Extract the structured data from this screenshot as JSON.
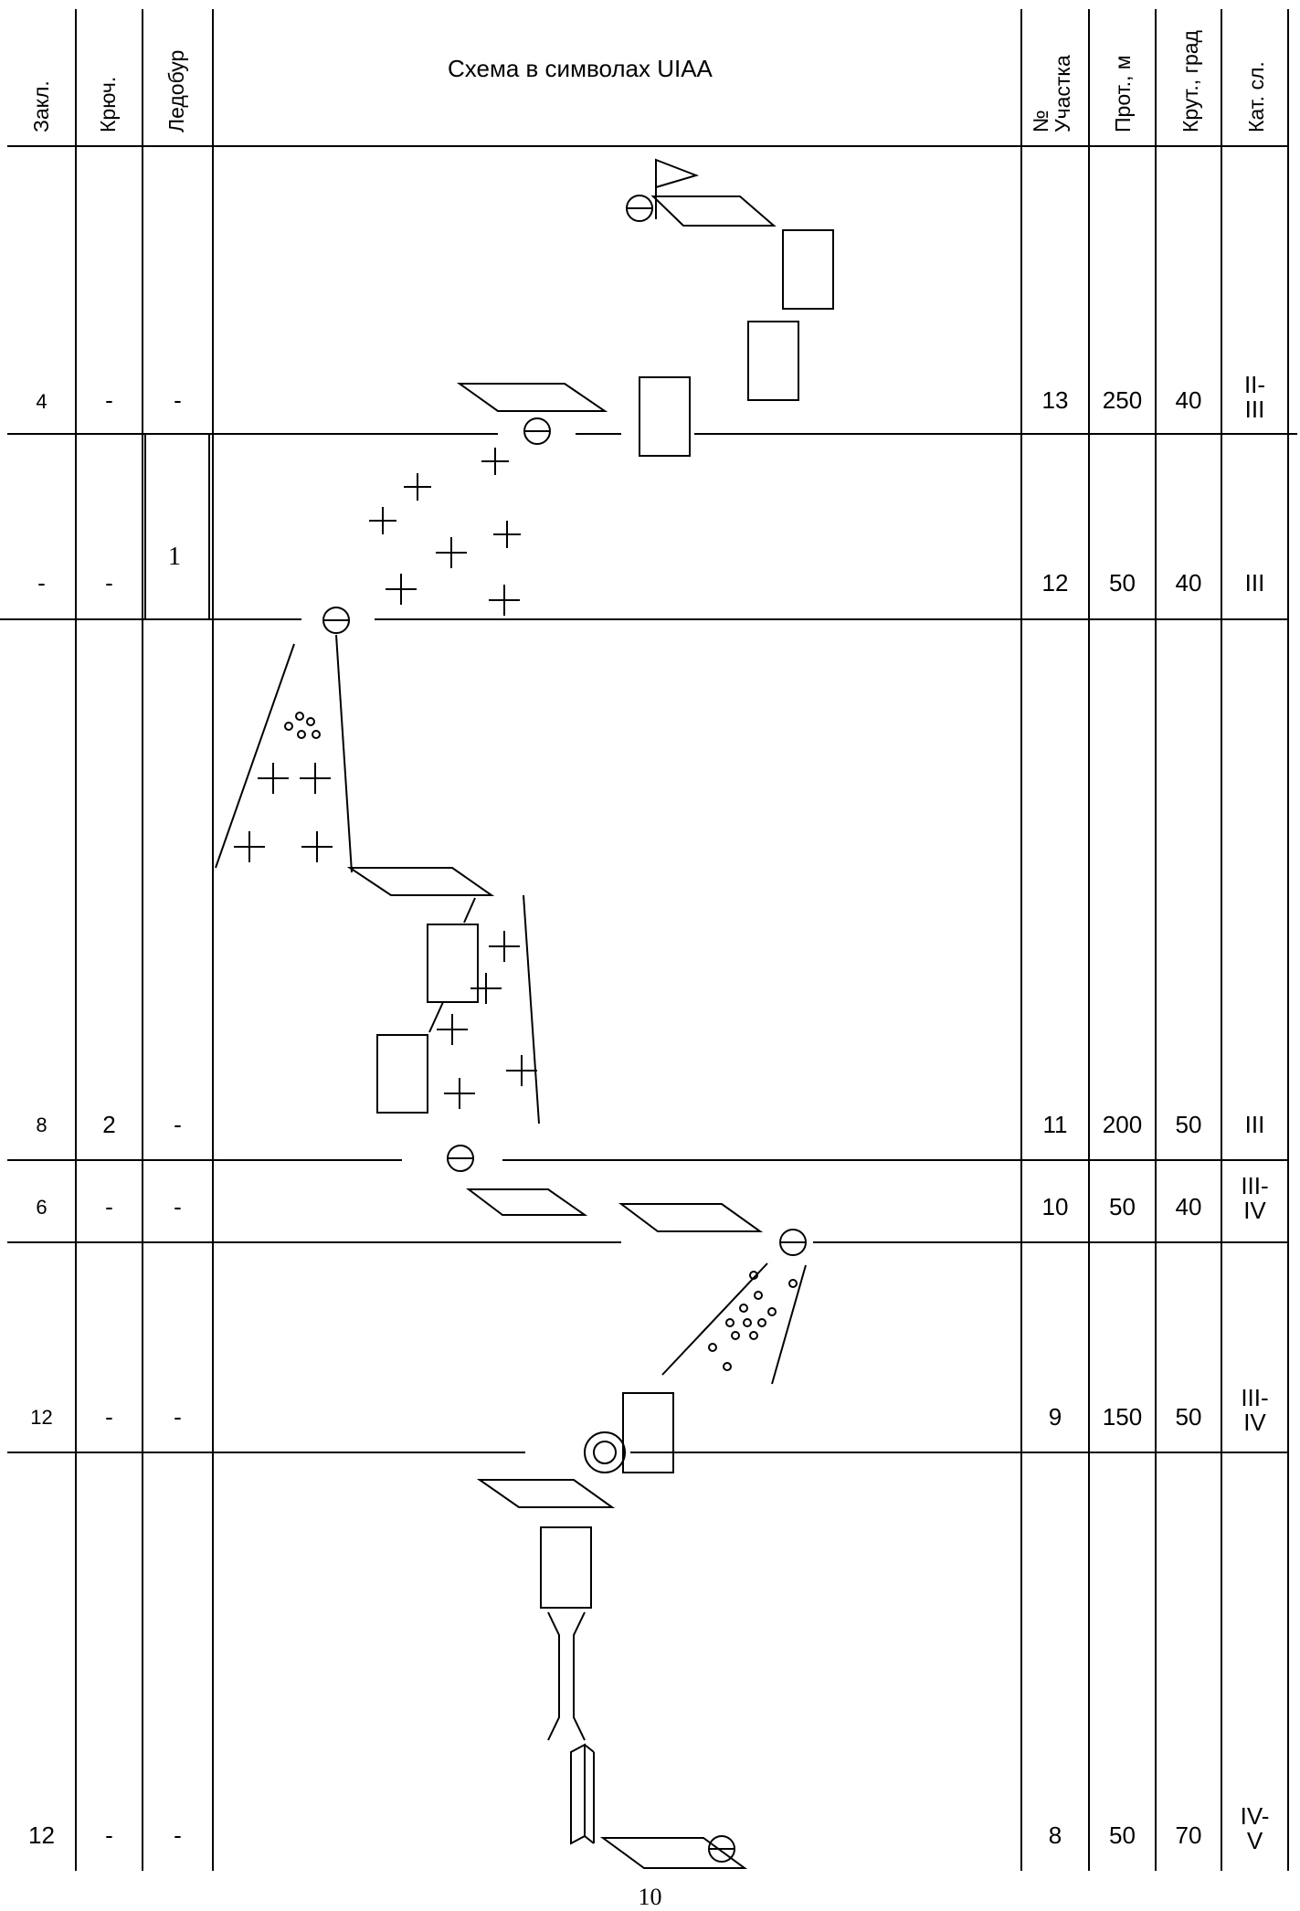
{
  "headers": {
    "zakl": "Закл.",
    "kryuch": "Крюч.",
    "ledobur": "Ледобур",
    "scheme": "Схема в символах UIAA",
    "uchastok": "№\nУчастка",
    "prot": "Прот., м",
    "krut": "Крут., град",
    "kat": "Кат. сл."
  },
  "rows": [
    {
      "zakl": "4",
      "kryuch": "-",
      "ledobur": "-",
      "num": "13",
      "prot": "250",
      "krut": "40",
      "kat": "II-\nIII"
    },
    {
      "zakl": "-",
      "kryuch": "-",
      "ledobur": "1",
      "num": "12",
      "prot": "50",
      "krut": "40",
      "kat": "III"
    },
    {
      "zakl": "8",
      "kryuch": "2",
      "ledobur": "-",
      "num": "11",
      "prot": "200",
      "krut": "50",
      "kat": "III"
    },
    {
      "zakl": "6",
      "kryuch": "-",
      "ledobur": "-",
      "num": "10",
      "prot": "50",
      "krut": "40",
      "kat": "III-\nIV"
    },
    {
      "zakl": "12",
      "kryuch": "-",
      "ledobur": "-",
      "num": "9",
      "prot": "150",
      "krut": "50",
      "kat": "III-\nIV"
    },
    {
      "zakl": "12",
      "kryuch": "-",
      "ledobur": "-",
      "num": "8",
      "prot": "50",
      "krut": "70",
      "kat": "IV-\nV"
    }
  ],
  "page_number": "10",
  "symbols": [
    "flag-icon",
    "belay-station-icon",
    "slab-icon",
    "wall-icon",
    "ice-cross-icon",
    "scree-icon",
    "chimney-icon",
    "corner-icon"
  ]
}
